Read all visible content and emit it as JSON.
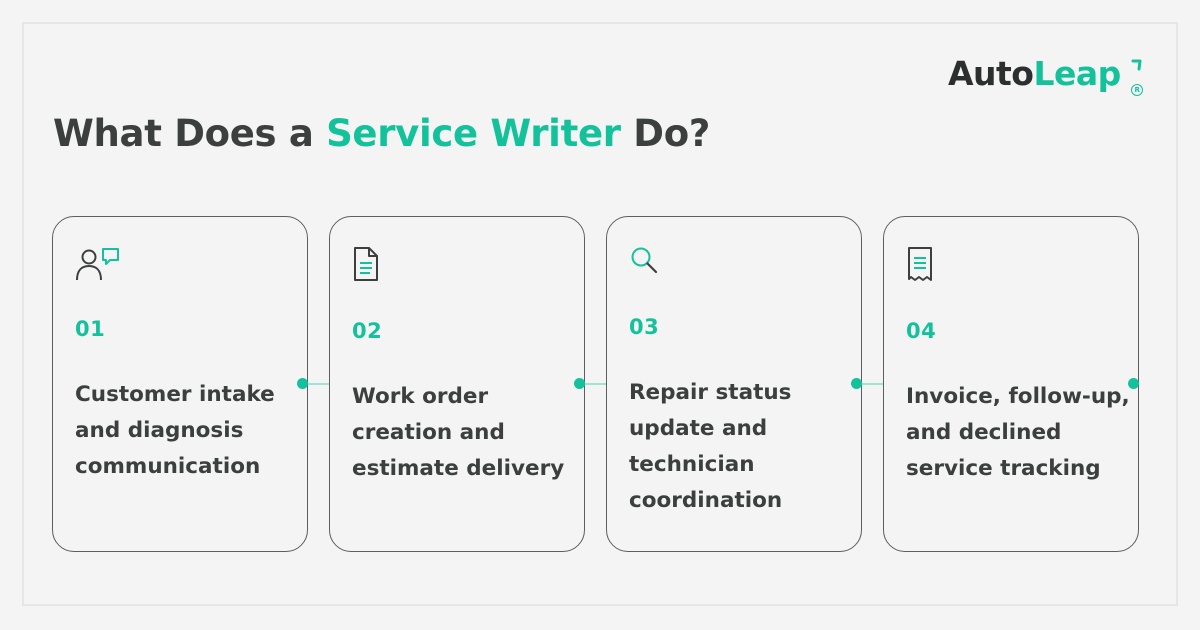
{
  "brand": {
    "logo_part1": "Auto",
    "logo_part2": "Leap",
    "registered_mark": "R"
  },
  "headline": {
    "prefix": "What Does a ",
    "highlight": "Service Writer",
    "suffix": " Do?"
  },
  "steps": [
    {
      "number": "01",
      "icon": "customer-chat-icon",
      "text": "Customer intake and diagnosis communication"
    },
    {
      "number": "02",
      "icon": "document-icon",
      "text": "Work order creation and estimate delivery"
    },
    {
      "number": "03",
      "icon": "search-icon",
      "text": "Repair status update and technician coordination"
    },
    {
      "number": "04",
      "icon": "receipt-icon",
      "text": "Invoice, follow-up, and declined service tracking"
    }
  ],
  "colors": {
    "accent": "#13c29b",
    "text": "#3b3f3e",
    "background": "#f4f4f4"
  }
}
